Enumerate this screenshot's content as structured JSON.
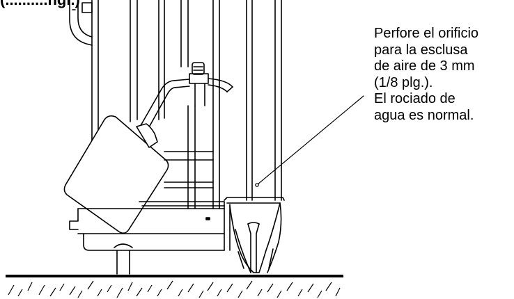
{
  "heading": "(..........ngl.)",
  "callout": {
    "lines": [
      "Perfore el orificio",
      "para la esclusa",
      "de aire de 3 mm",
      "(1/8 plg.).",
      "El rociado de",
      "agua es normal."
    ]
  },
  "colors": {
    "ink": "#000000",
    "paper": "#ffffff"
  }
}
